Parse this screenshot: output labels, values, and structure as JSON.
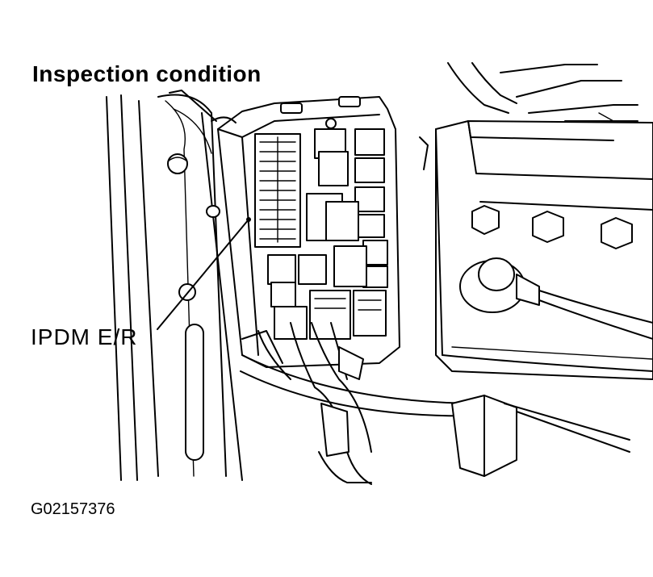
{
  "heading": "Inspection condition",
  "callout_label": "IPDM E/R",
  "figure_id": "G02157376"
}
